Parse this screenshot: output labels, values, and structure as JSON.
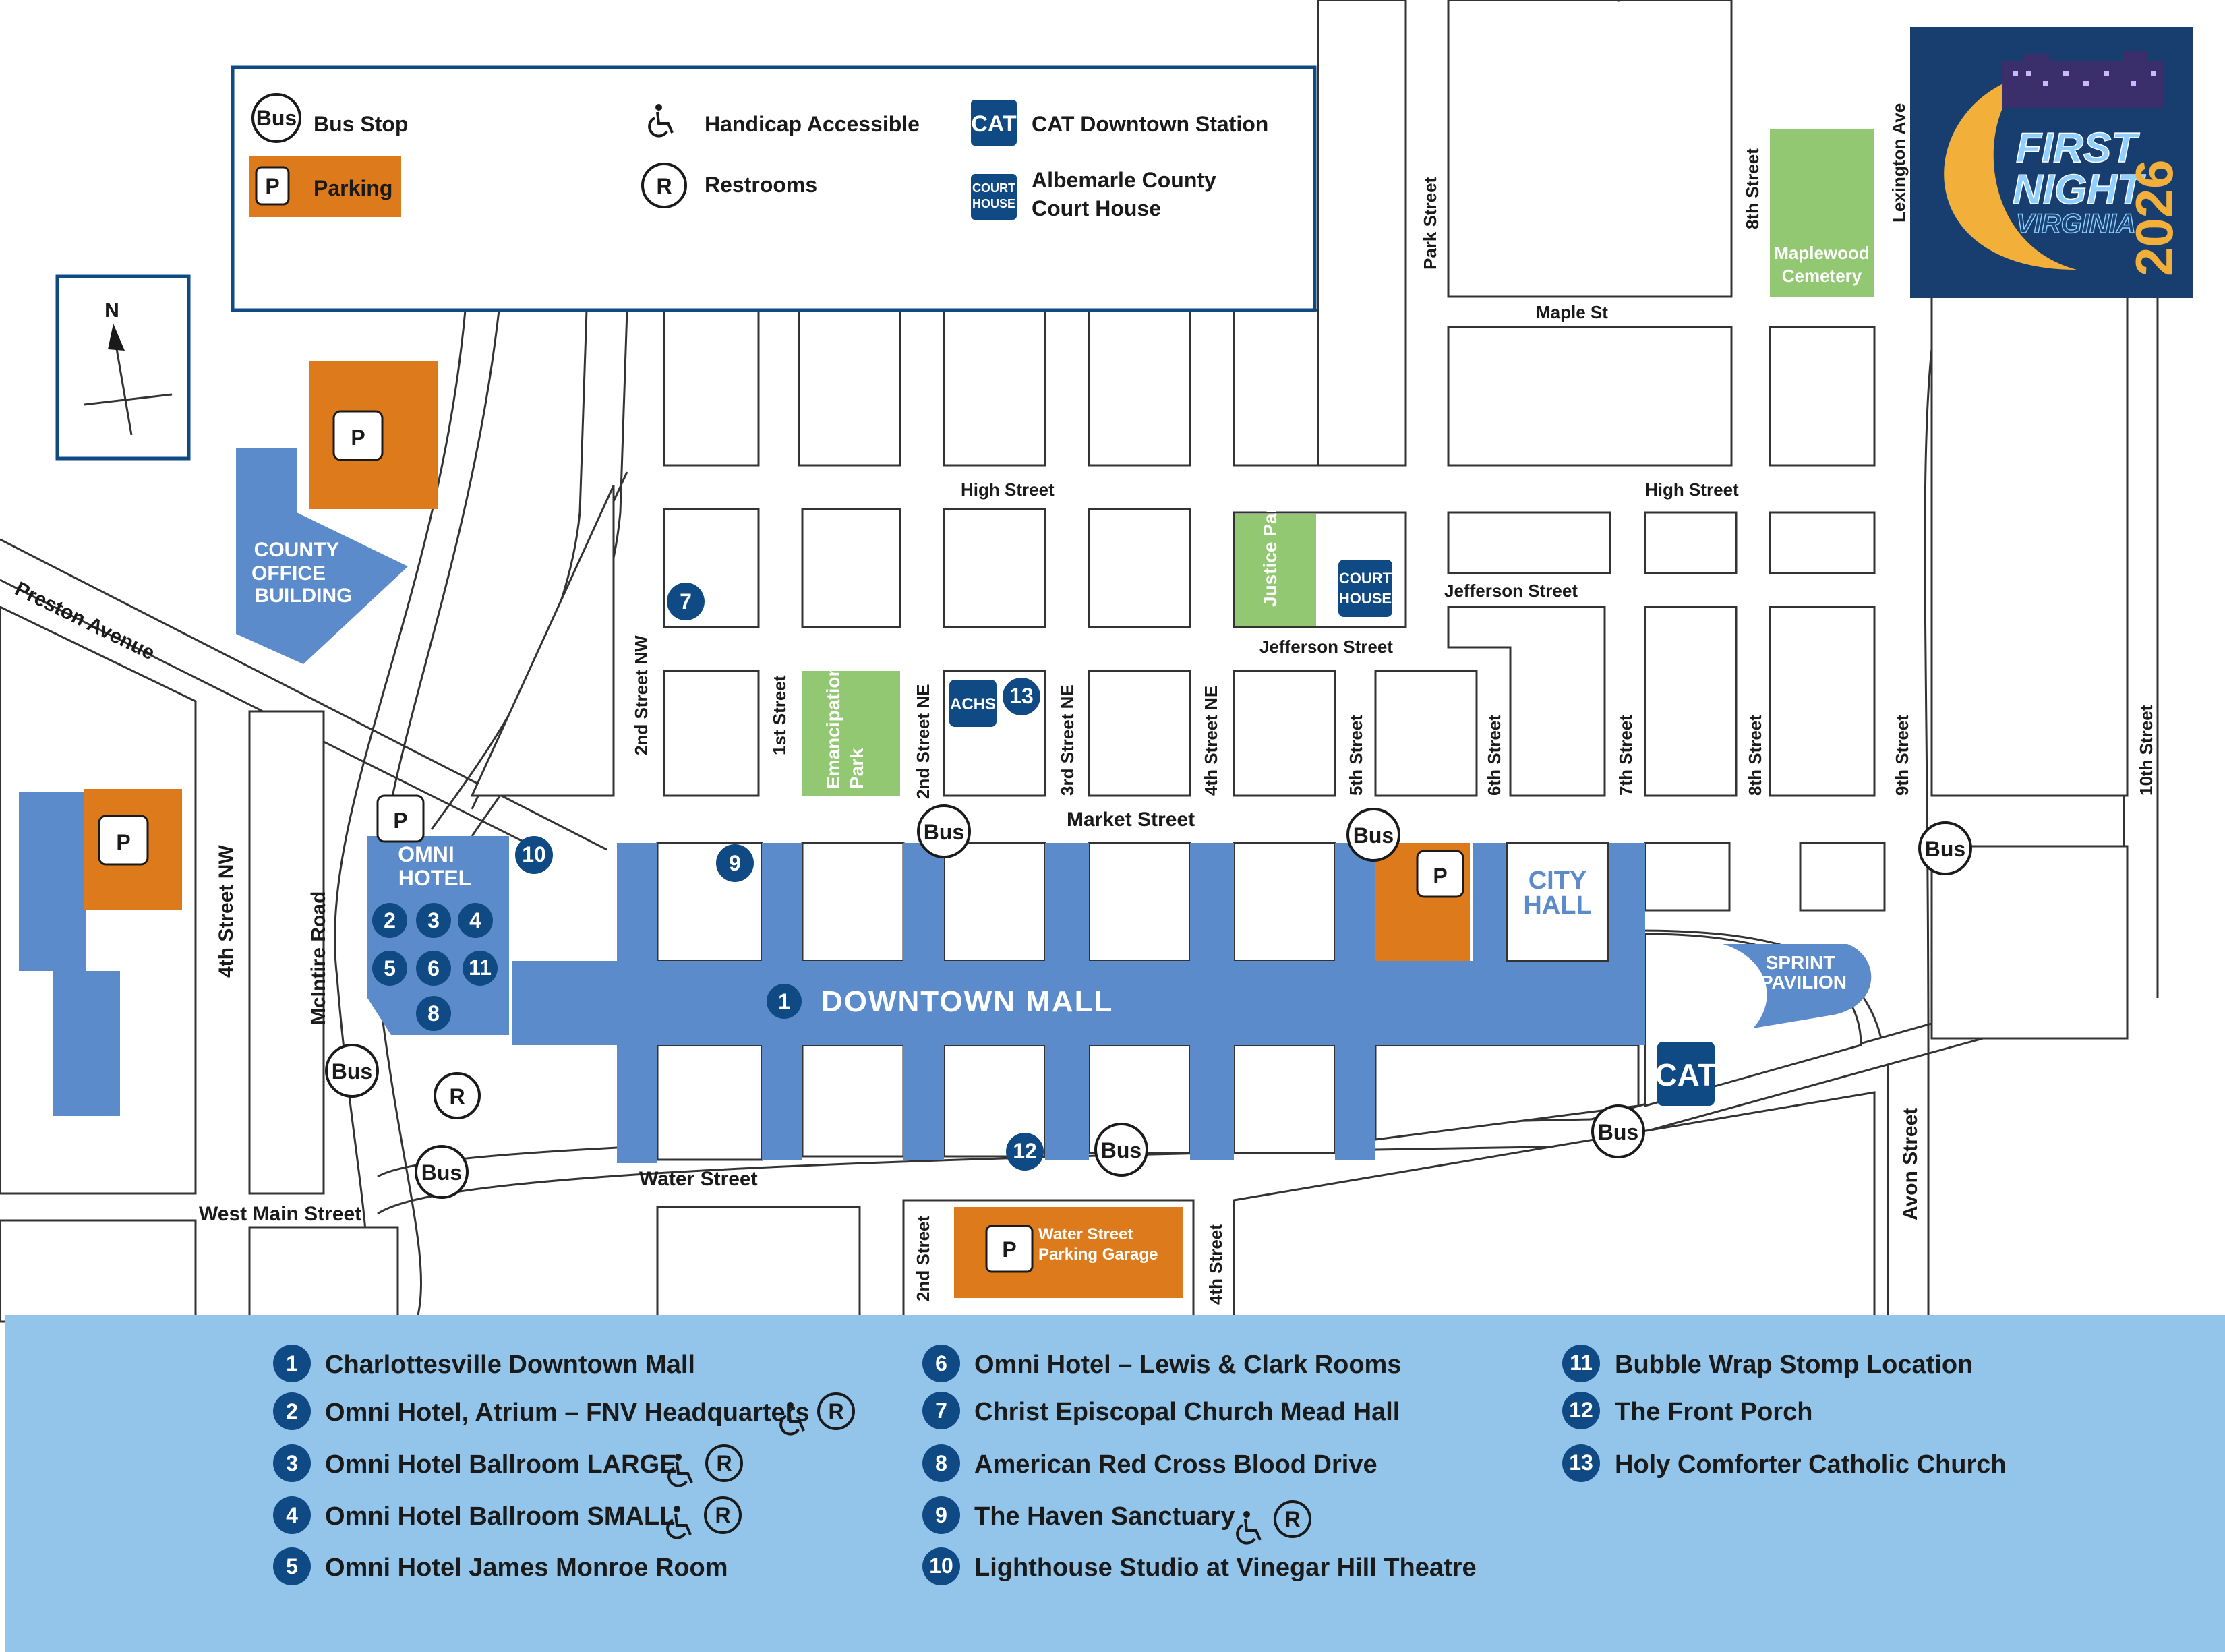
{
  "legend": {
    "bus_stop_icon": "Bus",
    "bus_stop": "Bus Stop",
    "parking_icon": "P",
    "parking": "Parking",
    "handicap": "Handicap Accessible",
    "restroom_icon": "R",
    "restrooms": "Restrooms",
    "cat_icon": "CAT",
    "cat_station": "CAT Downtown Station",
    "courthouse_icon": [
      "COURT",
      "HOUSE"
    ],
    "courthouse": [
      "Albemarle County",
      "Court House"
    ]
  },
  "north_label": "N",
  "logo": {
    "line1": "FIRST",
    "line2": "NIGHT",
    "line3": "VIRGINIA",
    "year": "2026"
  },
  "streets": {
    "preston_ave": "Preston Avenue",
    "fourth_nw": "4th Street NW",
    "mcintire": "McIntire Road",
    "west_main": "West Main Street",
    "water": "Water Street",
    "market": "Market Street",
    "high_w": "High Street",
    "high_e": "High Street",
    "jefferson_w": "Jefferson Street",
    "jefferson_e": "Jefferson Street",
    "maple": "Maple St",
    "park": "Park Street",
    "eighth_n": "8th Street",
    "lexington": "Lexington Ave",
    "second_nw": "2nd Street NW",
    "first": "1st Street",
    "second_ne": "2nd Street NE",
    "third_ne": "3rd Street NE",
    "fourth_ne": "4th Street NE",
    "fifth": "5th Street",
    "sixth": "6th Street",
    "seventh": "7th Street",
    "eighth": "8th Street",
    "ninth": "9th Street",
    "tenth": "10th Street",
    "avon": "Avon Street",
    "second_s": "2nd Street",
    "fourth_s": "4th Street"
  },
  "places": {
    "county_office": [
      "COUNTY",
      "OFFICE",
      "BUILDING"
    ],
    "omni_hotel": [
      "OMNI",
      "HOTEL"
    ],
    "downtown_mall": "DOWNTOWN MALL",
    "city_hall": [
      "CITY",
      "HALL"
    ],
    "sprint_pavilion": [
      "SPRINT",
      "PAVILION"
    ],
    "cat": "CAT",
    "justice_park": "Justice Park",
    "court_house": [
      "COURT",
      "HOUSE"
    ],
    "emancipation_park": [
      "Emancipation",
      "Park"
    ],
    "achs": "ACHS",
    "maplewood": [
      "Maplewood",
      "Cemetery"
    ],
    "water_garage": [
      "Water Street",
      "Parking Garage"
    ]
  },
  "icons": {
    "parking": "P",
    "bus": "Bus",
    "restroom": "R"
  },
  "markers": {
    "m1": "1",
    "m2": "2",
    "m3": "3",
    "m4": "4",
    "m5": "5",
    "m6": "6",
    "m7": "7",
    "m8": "8",
    "m9": "9",
    "m10": "10",
    "m11": "11",
    "m12": "12",
    "m13": "13"
  },
  "key": [
    {
      "num": "1",
      "label": "Charlottesville Downtown Mall"
    },
    {
      "num": "2",
      "label": "Omni Hotel, Atrium – FNV  Headquarters"
    },
    {
      "num": "3",
      "label": "Omni Hotel Ballroom LARGE"
    },
    {
      "num": "4",
      "label": "Omni Hotel Ballroom SMALL"
    },
    {
      "num": "5",
      "label": "Omni Hotel James Monroe Room"
    },
    {
      "num": "6",
      "label": "Omni Hotel – Lewis & Clark Rooms"
    },
    {
      "num": "7",
      "label": "Christ Episcopal Church Mead Hall"
    },
    {
      "num": "8",
      "label": "American Red Cross Blood Drive"
    },
    {
      "num": "9",
      "label": "The Haven Sanctuary"
    },
    {
      "num": "10",
      "label": "Lighthouse Studio at Vinegar Hill Theatre"
    },
    {
      "num": "11",
      "label": "Bubble Wrap Stomp Location"
    },
    {
      "num": "12",
      "label": "The Front Porch"
    },
    {
      "num": "13",
      "label": "Holy Comforter Catholic Church"
    }
  ],
  "colors": {
    "mall_blue": "#5b8bcb",
    "navy": "#0f4a85",
    "parking_orange": "#dd7a1c",
    "park_green": "#93c873",
    "key_bg": "#93c4ea"
  }
}
